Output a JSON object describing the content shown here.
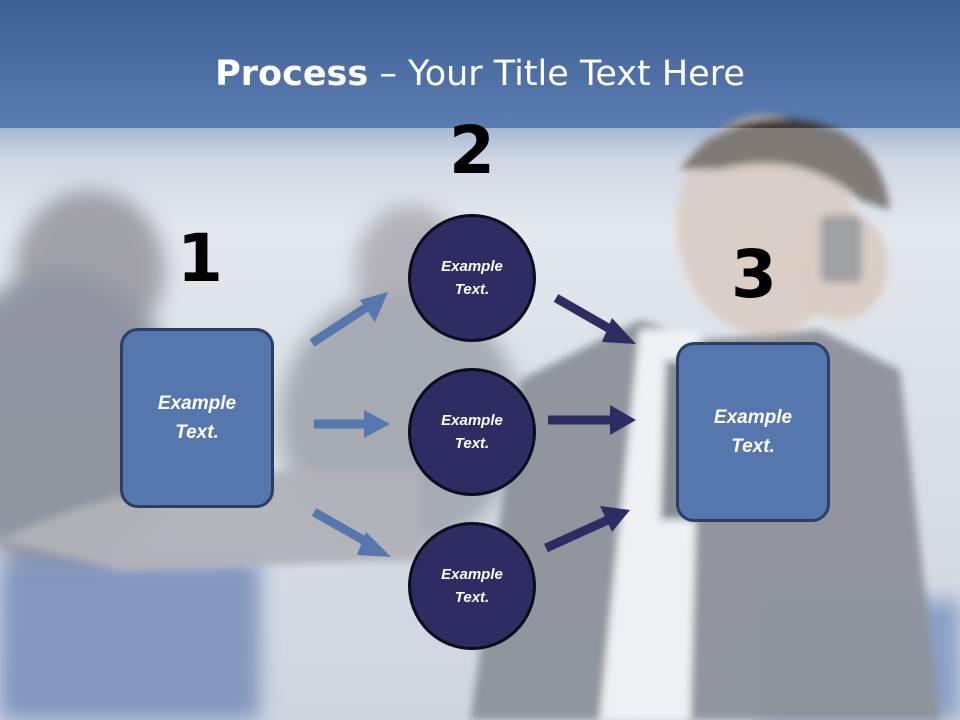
{
  "slide": {
    "title_bold": "Process",
    "title_rest": " – Your Title Text Here",
    "steps": [
      "1",
      "2",
      "3"
    ],
    "left_box": "Example\nText.",
    "circles": [
      "Example\nText.",
      "Example\nText.",
      "Example\nText."
    ],
    "right_box": "Example\nText."
  },
  "colors": {
    "title_band": "#4d6fa3",
    "box_fill": "#5577ad",
    "circle_fill": "#2e2c62",
    "arrow_light": "#5577ad",
    "arrow_dark": "#2e2c62"
  }
}
